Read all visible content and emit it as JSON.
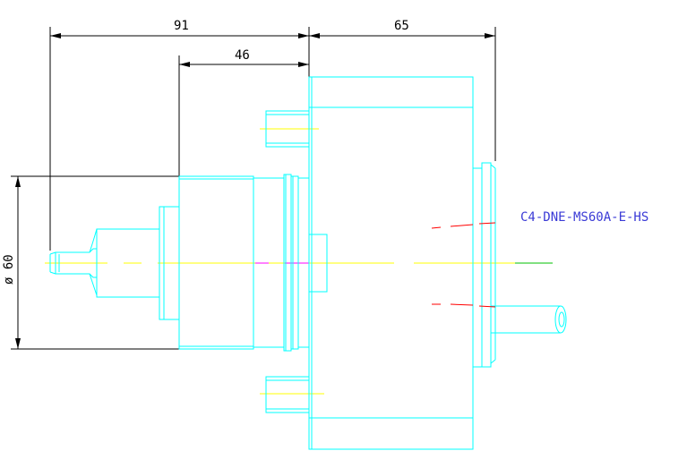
{
  "drawing": {
    "dimensions": {
      "overall_front": "91",
      "front_partial": "46",
      "rear_body": "65",
      "diameter": "ø 60"
    },
    "part_label": "C4-DNE-MS60A-E-HS",
    "colors": {
      "outline": "#00ffff",
      "dimension": "#000000",
      "centerline": "#ffff00",
      "hidden": "#ff0000",
      "accent_magenta": "#ff00ff",
      "accent_green": "#00c000",
      "label": "#3b3bd6"
    }
  }
}
